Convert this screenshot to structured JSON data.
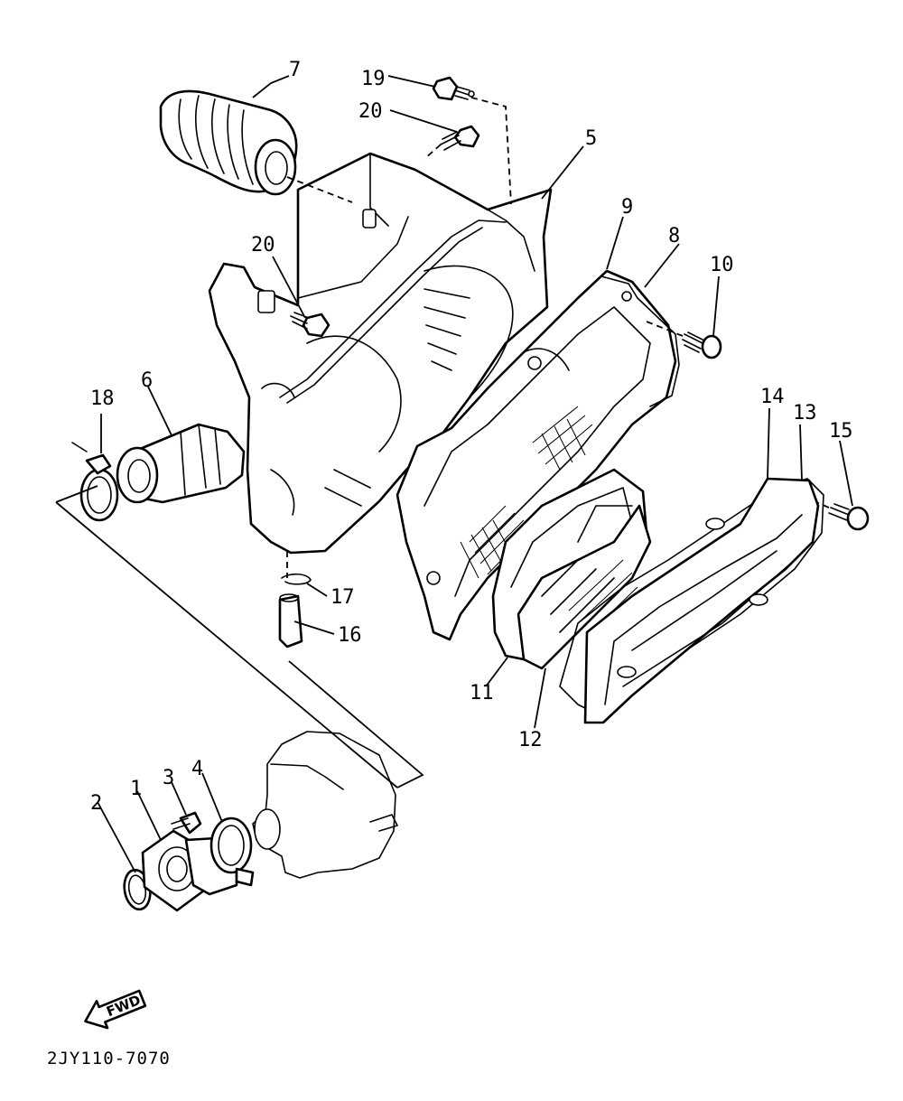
{
  "diagram": {
    "drawing_code": "2JY110-7070",
    "fwd_label": "FWD",
    "callouts": [
      "1",
      "2",
      "3",
      "4",
      "5",
      "6",
      "7",
      "8",
      "9",
      "10",
      "11",
      "12",
      "13",
      "14",
      "15",
      "16",
      "17",
      "18",
      "19",
      "20",
      "20"
    ]
  },
  "colors": {
    "line": "#000000",
    "background": "#ffffff"
  },
  "icons": [
    "fwd-arrow-icon"
  ]
}
